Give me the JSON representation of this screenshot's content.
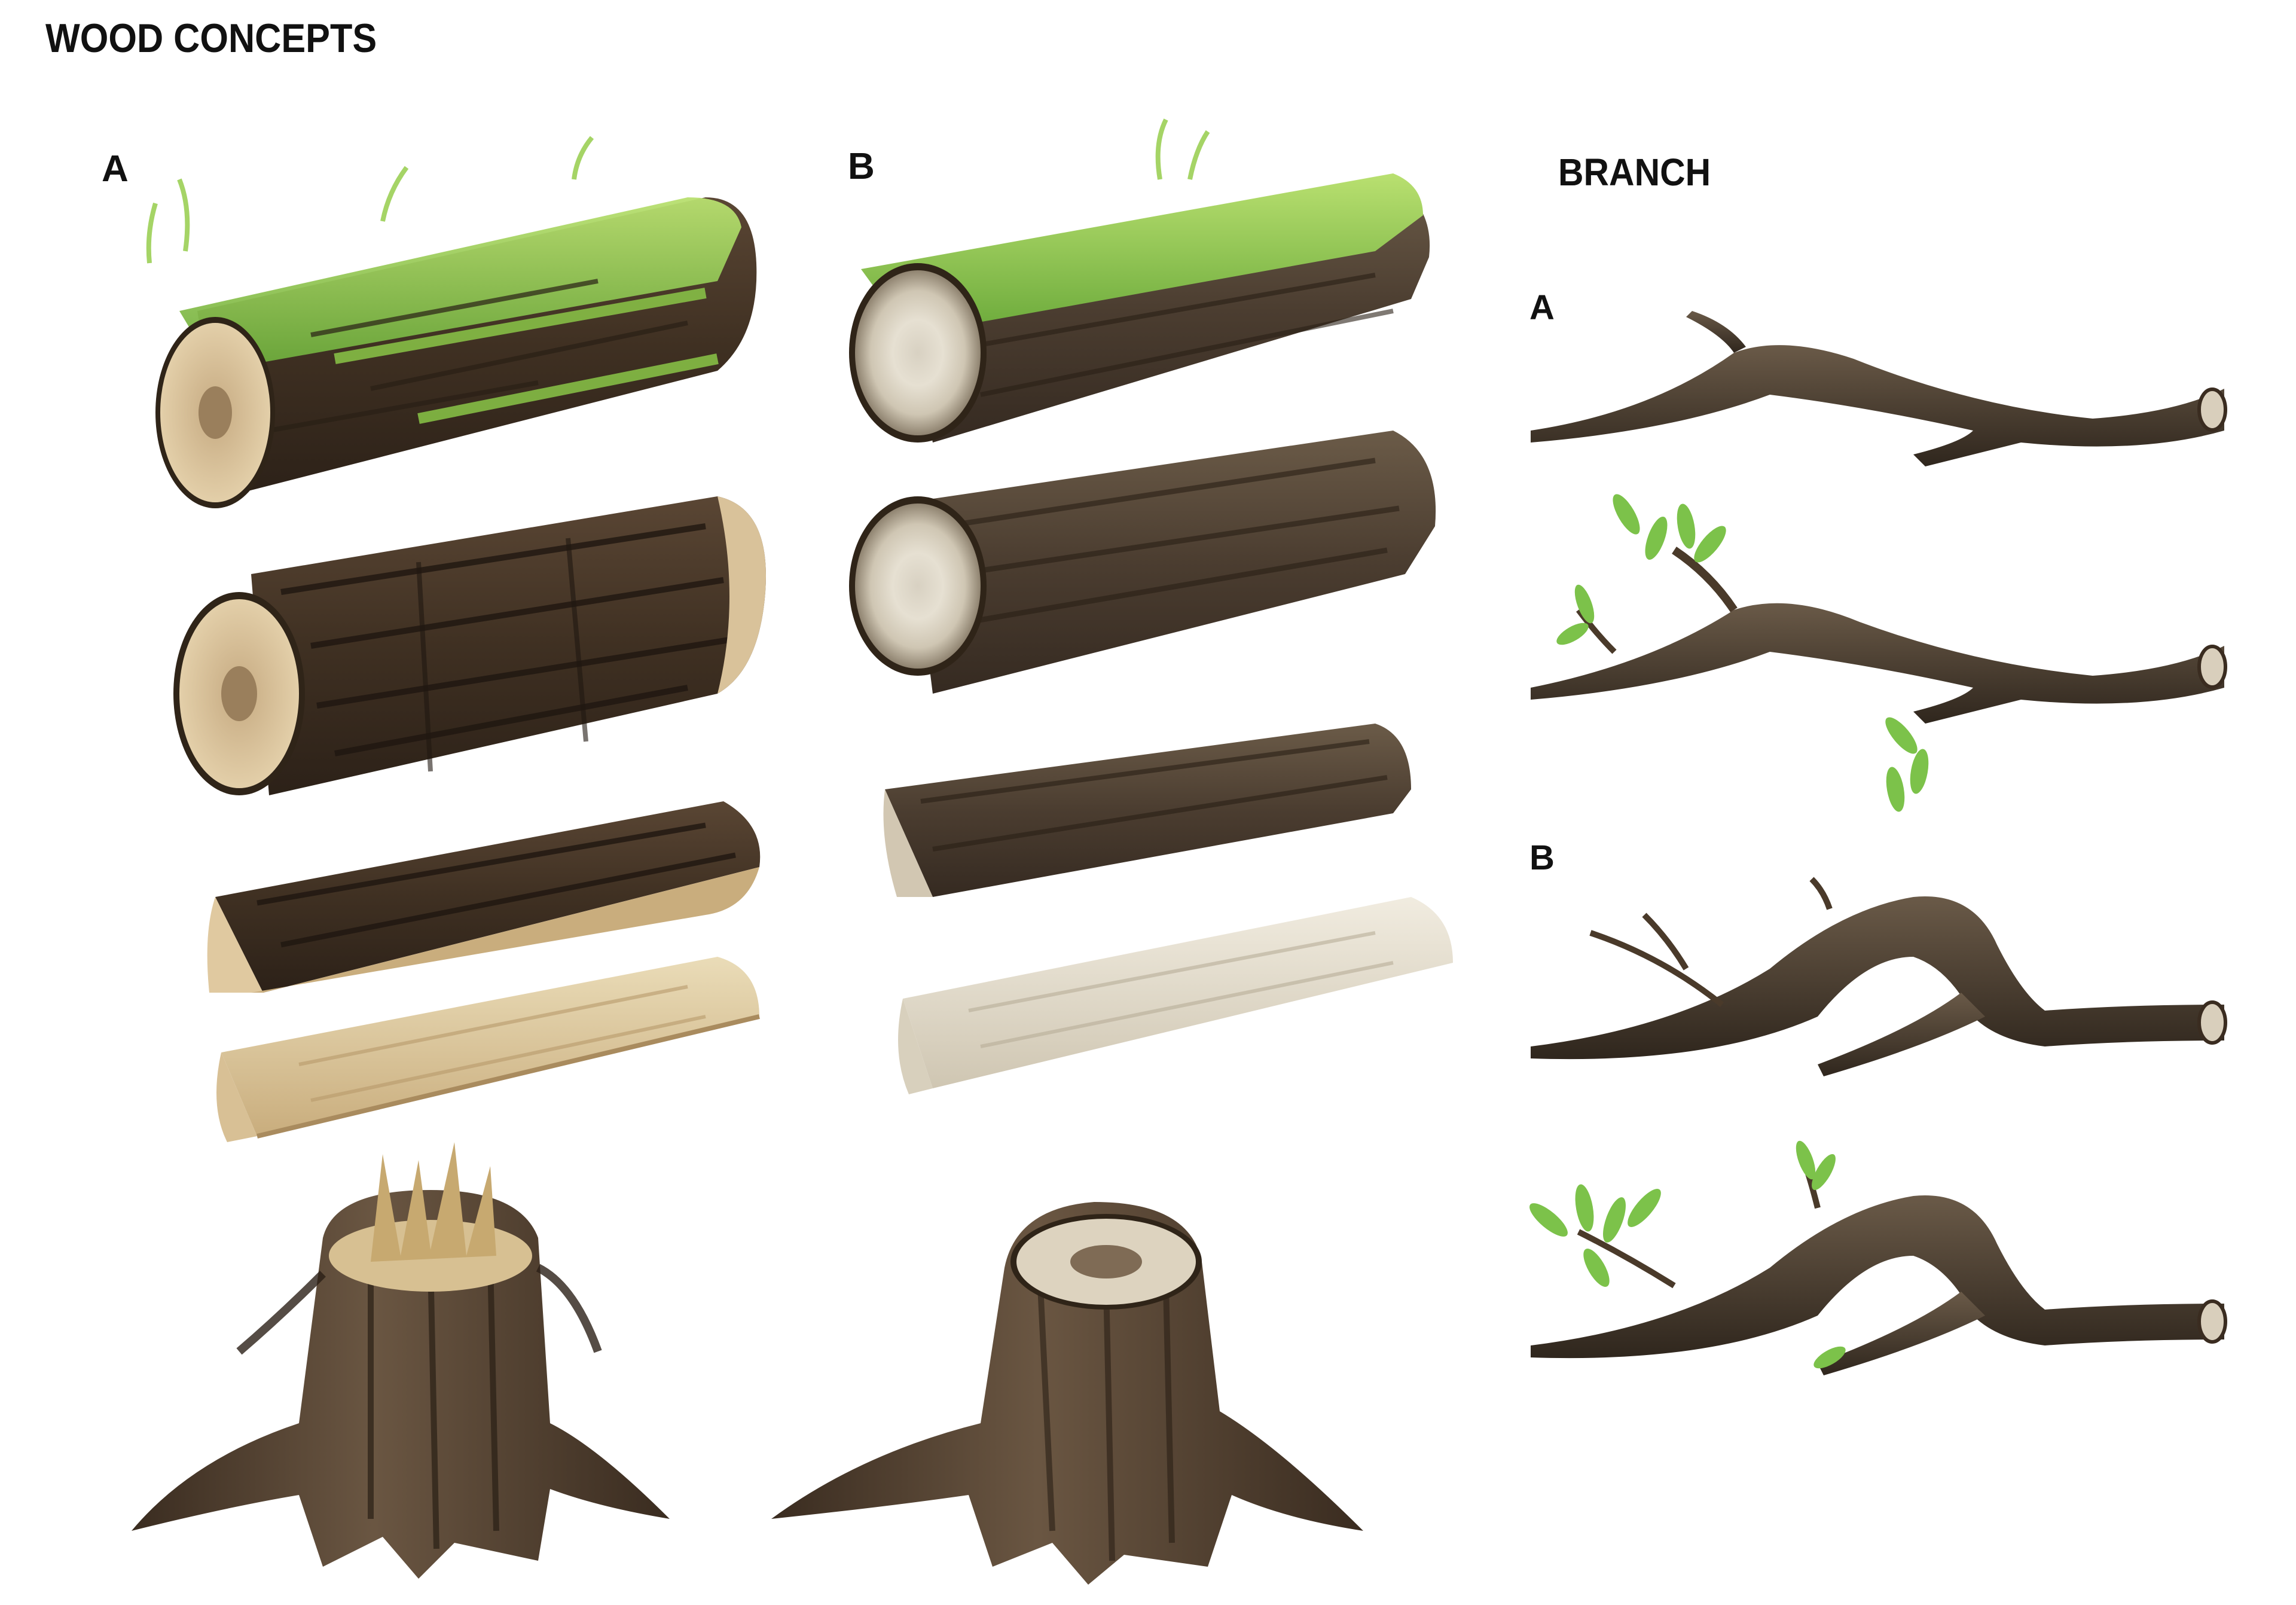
{
  "title": "WOOD CONCEPTS",
  "columns": {
    "a_label": "A",
    "b_label": "B"
  },
  "branch": {
    "label": "BRANCH",
    "a_label": "A",
    "b_label": "B"
  },
  "colors": {
    "moss": "#8fcf4a",
    "moss_dark": "#5e9a2f",
    "bark_dark": "#4a3a2a",
    "bark_mid": "#6a5540",
    "wood_light": "#d9c29a",
    "wood_pale": "#e9e2d0",
    "leaf": "#7cc24a"
  }
}
